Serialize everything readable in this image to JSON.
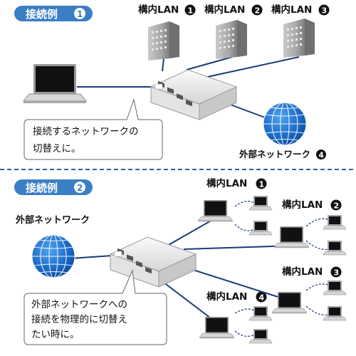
{
  "example1": {
    "badge": "接続例",
    "badge_num": "1",
    "lan_labels": [
      {
        "text": "構内LAN",
        "num": "1"
      },
      {
        "text": "構内LAN",
        "num": "2"
      },
      {
        "text": "構内LAN",
        "num": "3"
      }
    ],
    "callout_line1": "接続するネットワークの",
    "callout_line2": "切替えに。",
    "external_label": "外部ネットワーク",
    "external_num": "4"
  },
  "example2": {
    "badge": "接続例",
    "badge_num": "2",
    "external_label": "外部ネットワーク",
    "lan_labels": [
      {
        "text": "構内LAN",
        "num": "1"
      },
      {
        "text": "構内LAN",
        "num": "2"
      },
      {
        "text": "構内LAN",
        "num": "3"
      },
      {
        "text": "構内LAN",
        "num": "4"
      }
    ],
    "callout_line1": "外部ネットワークへの",
    "callout_line2": "接続を物理的に切替え",
    "callout_line3": "たい時に。"
  },
  "colors": {
    "badge_blue": "#3a7ec6",
    "line_navy": "#1a3a7a",
    "divider_blue": "#2a62b0",
    "globe_blue": "#1766c4"
  }
}
